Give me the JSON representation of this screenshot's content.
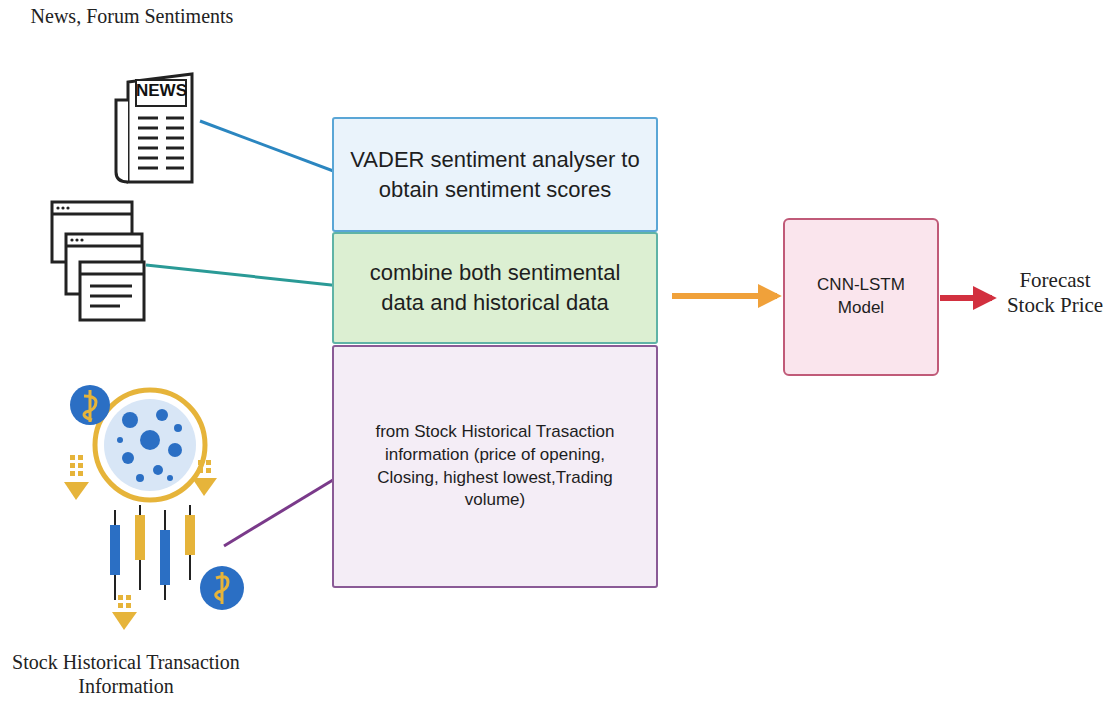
{
  "diagram": {
    "nodes": [
      {
        "text": [
          "VADER sentiment analyser to obtain sentiment scores"
        ]
      },
      {
        "text": [
          "combine both sentimental data and historical data"
        ]
      },
      {
        "text": [
          "from Stock Historical Trasaction information (price of opening, Closing, highest lowest,Trading volume)"
        ]
      },
      {
        "text": [
          "CNN-LSTM Model"
        ]
      }
    ],
    "edges": [
      {
        "from": 1,
        "to": 3,
        "arrow": "to"
      }
    ],
    "labels": [
      "News, Forum Sentiments",
      "NEWS",
      "Forecast Stock Price",
      "Stock Historical Transaction Information"
    ]
  }
}
